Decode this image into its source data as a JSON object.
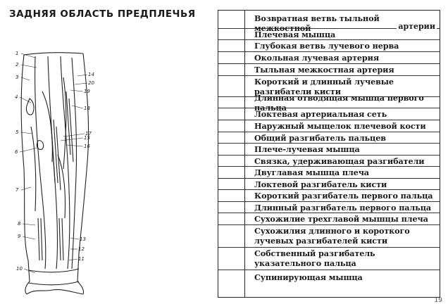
{
  "title": "ЗАДНЯЯ ОБЛАСТЬ ПРЕДПЛЕЧЬЯ",
  "figure": {
    "callouts": [
      "1",
      "2",
      "3",
      "4",
      "5",
      "6",
      "7",
      "8",
      "9",
      "10",
      "11",
      "12",
      "13",
      "14",
      "15",
      "16",
      "17",
      "18",
      "19",
      "20"
    ]
  },
  "legend": {
    "rows": [
      {
        "label": "Возвратная ветвь тыльной межкостной",
        "continuation": "артерии"
      },
      {
        "label": "Плечевая мышца"
      },
      {
        "label": "Глубокая ветвь лучевого нерва"
      },
      {
        "label": "Окольная лучевая артерия"
      },
      {
        "label": "Тыльная межкостная артерия"
      },
      {
        "label": "Короткий и длинный лучевые разгибатели кисти"
      },
      {
        "label": "Длинная отводящая мышца первого пальца"
      },
      {
        "label": "Локтевая артериальная сеть"
      },
      {
        "label": "Наружный мыщелок плечевой кости"
      },
      {
        "label": "Общий разгибатель пальцев"
      },
      {
        "label": "Плече-лучевая мышца"
      },
      {
        "label": "Связка, удерживающая разгибатели"
      },
      {
        "label": "Двуглавая мышца плеча"
      },
      {
        "label": "Локтевой разгибатель кисти"
      },
      {
        "label": "Короткий разгибатель первого пальца"
      },
      {
        "label": "Длинный разгибатель первого пальца"
      },
      {
        "label": "Сухожилие трехглавой мышцы плеча"
      },
      {
        "label": "Сухожилия длинного и короткого лучевых разгибателей кисти"
      },
      {
        "label": "Собственный разгибатель указательного пальца"
      },
      {
        "label": "Супинирующая мышца"
      }
    ]
  },
  "page_number": "19"
}
